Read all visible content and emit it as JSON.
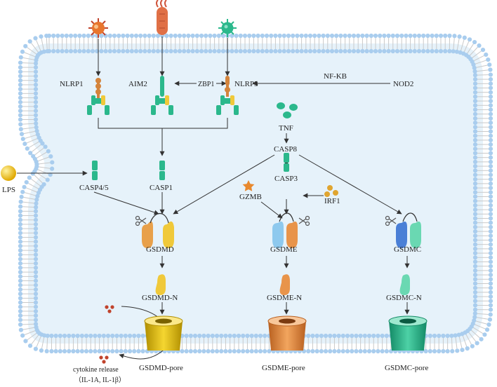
{
  "diagram": {
    "nodes": {
      "nlrp1": "NLRP1",
      "aim2": "AIM2",
      "zbp1": "ZBP1",
      "nlrp3": "NLRP3",
      "nfkb": "NF-KB",
      "nod2": "NOD2",
      "tnf": "TNF",
      "casp8": "CASP8",
      "lps": "LPS",
      "casp45": "CASP4/5",
      "casp1": "CASP1",
      "casp3": "CASP3",
      "gzmb": "GZMB",
      "irf1": "IRF1",
      "gsdmd": "GSDMD",
      "gsdme": "GSDME",
      "gsdmc": "GSDMC",
      "gsdmd_n": "GSDMD-N",
      "gsdme_n": "GSDME-N",
      "gsdmc_n": "GSDMC-N",
      "gsdmd_pore": "GSDMD-pore",
      "gsdme_pore": "GSDME-pore",
      "gsdmc_pore": "GSDMC-pore",
      "cytokine_line1": "cytokine release",
      "cytokine_line2": "（IL-1A, IL-1β）"
    },
    "colors": {
      "cytoplasm": "#e6f2fa",
      "membrane_head": "#a9cdee",
      "membrane_tail": "#c9c9c9",
      "nlr_orange": "#d4843c",
      "teal": "#2bb88c",
      "yellow": "#f0c93a",
      "gsdmd_pore": "#e8c31c",
      "gsdme_pore": "#e8944a",
      "gsdmc_pore": "#3bbf96",
      "gsdmc_blue": "#4a7fd6",
      "gsdme_blue": "#8ec9ee",
      "dots_red": "#c0432c",
      "star_orange": "#e8892e",
      "lps_ball": "#f0c020",
      "arrow": "#333333"
    }
  }
}
